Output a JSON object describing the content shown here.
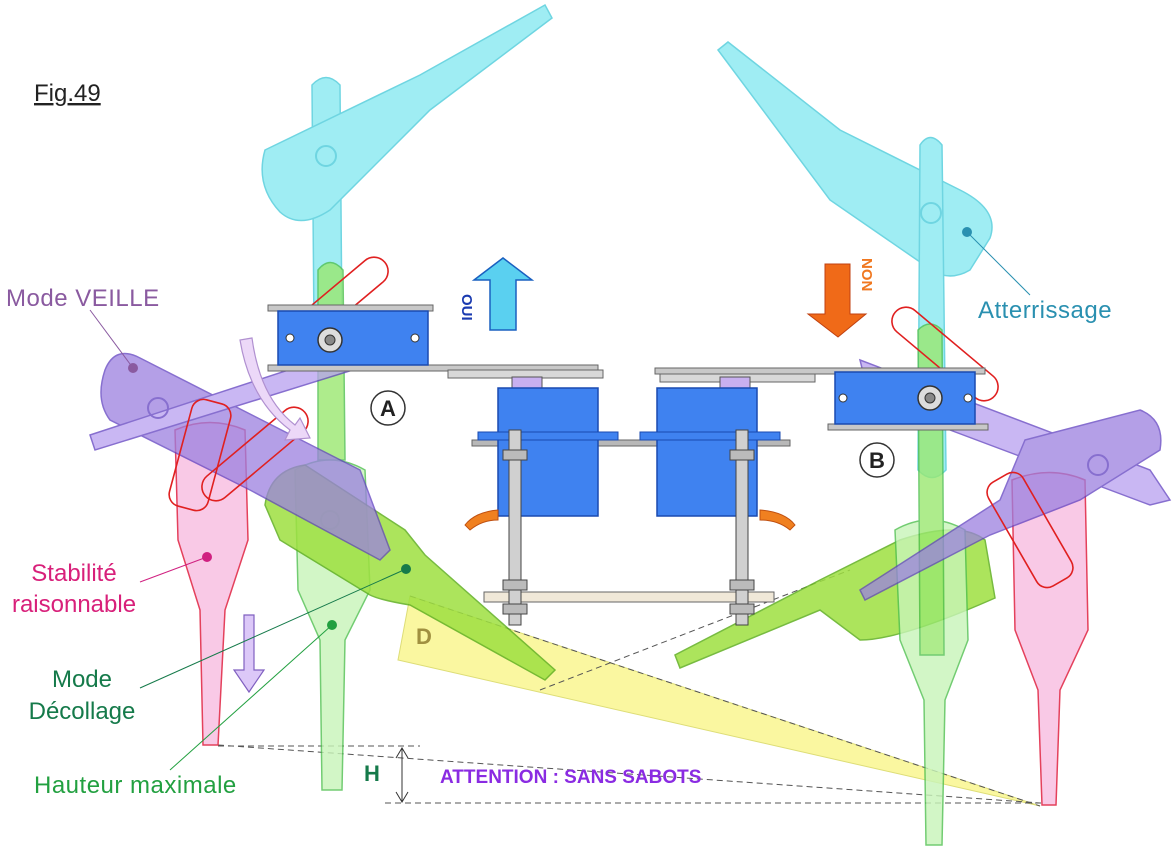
{
  "figure": {
    "title": "Fig.49"
  },
  "labels": {
    "mode_veille": "Mode VEILLE",
    "atterrissage": "Atterrissage",
    "stabilite_line1": "Stabilité",
    "stabilite_line2": "raisonnable",
    "decollage_line1": "Mode",
    "decollage_line2": "Décollage",
    "hauteur_maximale": "Hauteur maximale",
    "attention": "ATTENTION : SANS SABOTS",
    "point_a": "A",
    "point_b": "B",
    "distance_d": "D",
    "height_h": "H",
    "oui": "OUI",
    "non": "NON"
  },
  "colors": {
    "veille": "#9b80e0",
    "atterrissage": "#4fd8e0",
    "stabilite": "#f6a8d8",
    "decollage": "#88d830",
    "hauteur": "#8ee67c",
    "servo_blue": "#3f82f0",
    "oui_arrow": "#5ad0f0",
    "non_arrow": "#f07820",
    "attention_text": "#8a2be2",
    "red_outline": "#e02020"
  },
  "icons": {
    "oui_arrow": "up-arrow-icon",
    "non_arrow": "down-arrow-icon",
    "rotation_arrow": "curved-arrow-icon",
    "descend_arrow": "down-arrow-icon"
  }
}
